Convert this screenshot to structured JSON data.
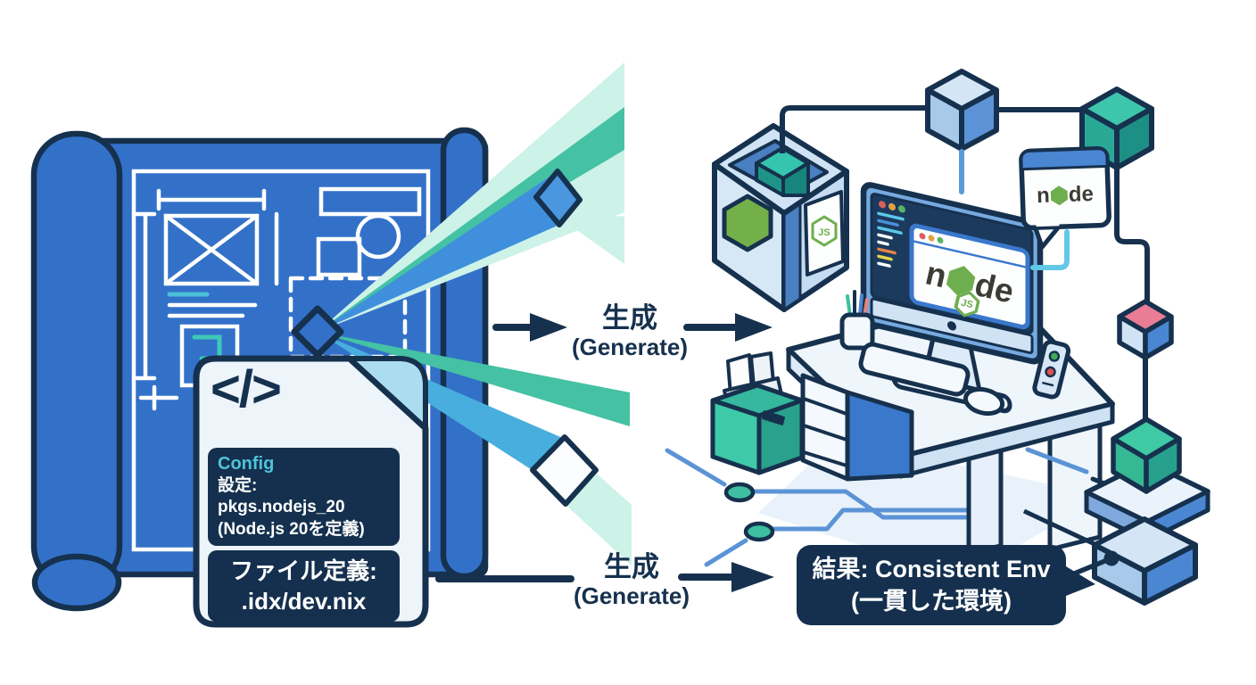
{
  "diagram": {
    "generate_top": {
      "ja": "生成",
      "en": "(Generate)"
    },
    "generate_bottom": {
      "ja": "生成",
      "en": "(Generate)"
    },
    "config_card": {
      "code_icon": "</>",
      "config_title": "Config",
      "setting_label": "設定:",
      "setting_value": "pkgs.nodejs_20",
      "setting_note": "(Node.js 20を定義)",
      "file_label": "ファイル定義:",
      "file_value": ".idx/dev.nix"
    },
    "result_box": {
      "line1": "結果: Consistent Env",
      "line2": "(一貫した環境)"
    },
    "node_logo": {
      "prefix": "n",
      "suffix": "de",
      "badge": "JS"
    },
    "colors": {
      "outline_navy": "#16314e",
      "blueprint_blue": "#3371c9",
      "panel_navy": "#14304e",
      "config_cyan": "#4fc3d8",
      "beam_mint": "#cdf2e8",
      "beam_teal": "#45c1a4",
      "beam_blue": "#3f8fdd",
      "cyan_line": "#62c8e8",
      "node_green": "#6fae4e",
      "cube_teal": "#3ec6ad",
      "cube_pink": "#e87d95",
      "cube_blue": "#4a86d2",
      "desk_light": "#eef5fb",
      "box_teal": "#3ec9a8"
    }
  }
}
